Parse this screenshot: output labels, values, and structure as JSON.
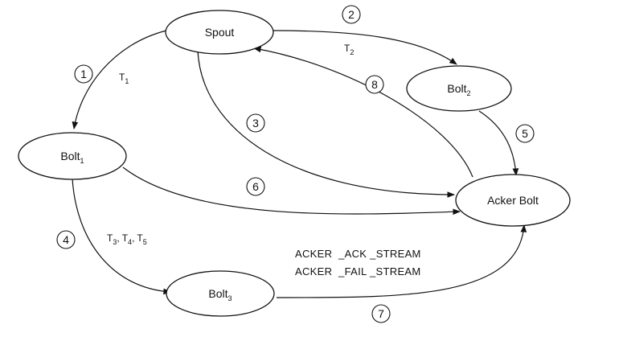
{
  "nodes": {
    "spout": {
      "label": "Spout"
    },
    "bolt1": {
      "label": "Bolt",
      "sub": "1"
    },
    "bolt2": {
      "label": "Bolt",
      "sub": "2"
    },
    "bolt3": {
      "label": "Bolt",
      "sub": "3"
    },
    "acker": {
      "label": "Acker Bolt"
    }
  },
  "edges": [
    {
      "id": "1",
      "from": "Spout",
      "to": "Bolt1"
    },
    {
      "id": "2",
      "from": "Spout",
      "to": "Bolt2"
    },
    {
      "id": "3",
      "from": "Spout",
      "to": "Acker Bolt"
    },
    {
      "id": "4",
      "from": "Bolt1",
      "to": "Bolt3"
    },
    {
      "id": "5",
      "from": "Bolt2",
      "to": "Acker Bolt"
    },
    {
      "id": "6",
      "from": "Bolt1",
      "to": "Acker Bolt"
    },
    {
      "id": "7",
      "from": "Bolt3",
      "to": "Acker Bolt"
    },
    {
      "id": "8",
      "from": "Acker Bolt",
      "to": "Spout"
    }
  ],
  "tuples": {
    "t1": {
      "letter": "T",
      "sub": "1"
    },
    "t2": {
      "letter": "T",
      "sub": "2"
    },
    "t345": [
      {
        "letter": "T",
        "sub": "3"
      },
      {
        "letter": "T",
        "sub": "4"
      },
      {
        "letter": "T",
        "sub": "5"
      }
    ],
    "separator": ","
  },
  "streams": {
    "ack": "ACKER  _ACK _STREAM",
    "fail": "ACKER  _FAIL _STREAM"
  },
  "colors": {
    "stroke": "#111111",
    "background": "#ffffff"
  }
}
